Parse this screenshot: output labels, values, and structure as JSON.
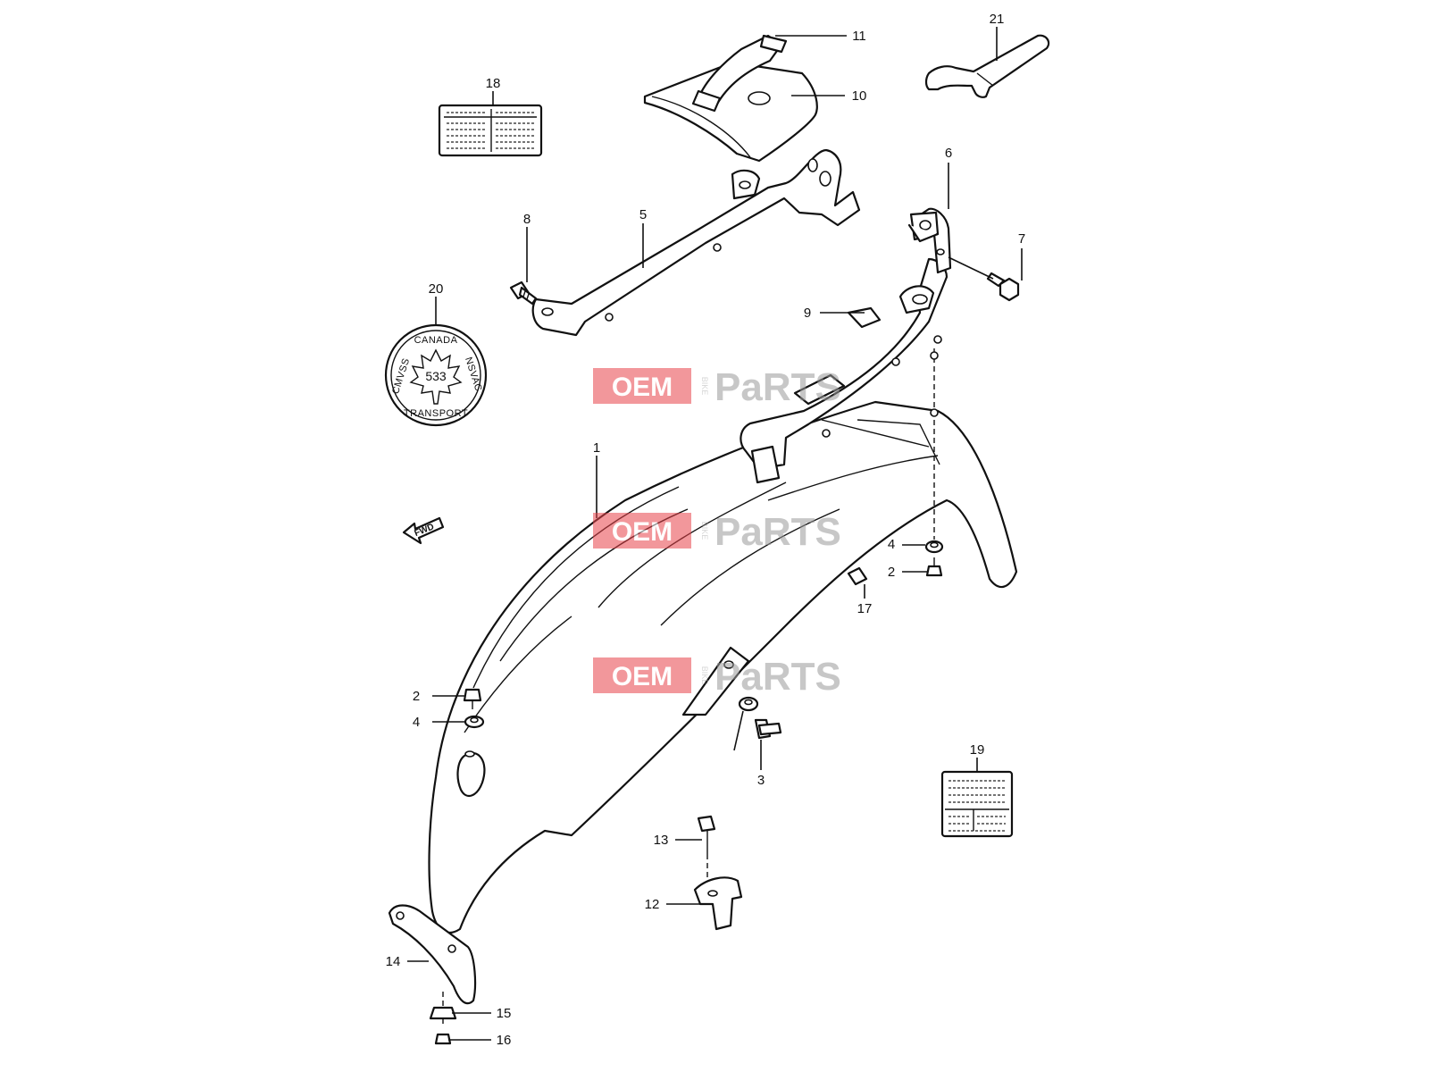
{
  "diagram": {
    "callouts": [
      "1",
      "2",
      "2",
      "3",
      "4",
      "4",
      "5",
      "6",
      "7",
      "8",
      "9",
      "10",
      "11",
      "12",
      "13",
      "14",
      "15",
      "16",
      "17",
      "18",
      "19",
      "20",
      "21"
    ],
    "seal": {
      "top": "CANADA",
      "bottom": "TRANSPORT",
      "left": "CMVSS",
      "right": "NSVAC",
      "number": "533"
    },
    "fwd_label": "FWD",
    "watermark": {
      "oem": "OEM",
      "bike": "BIKE",
      "parts": "PaRTS",
      "accent_color": "#e8434a"
    }
  }
}
